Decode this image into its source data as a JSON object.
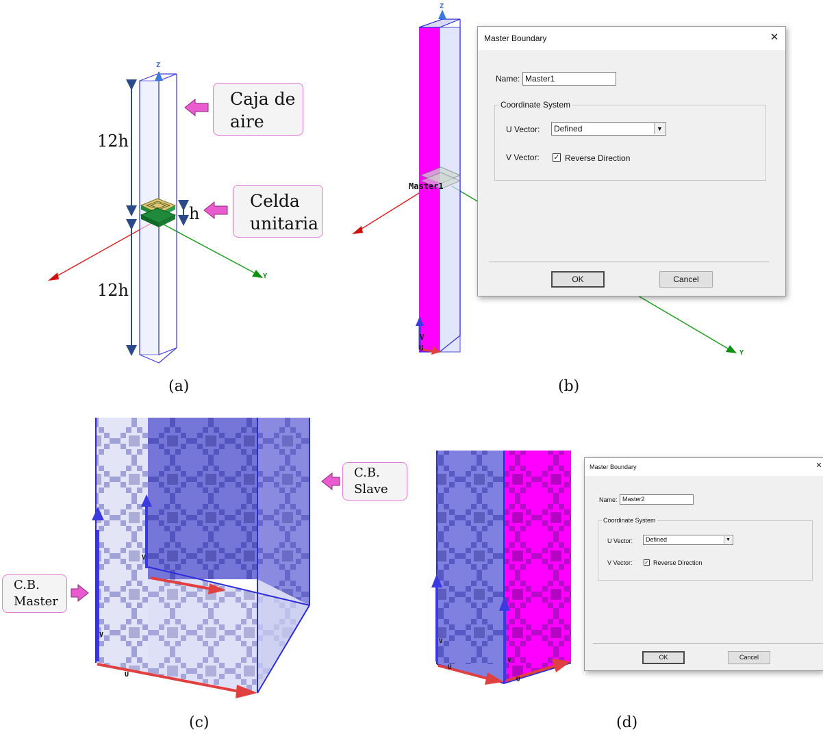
{
  "panel_a": {
    "axis_z": "Z",
    "axis_y": "Y",
    "dim_top": "12h",
    "dim_bottom": "12h",
    "dim_cell": "h",
    "callout_air": [
      "Caja de",
      "aire"
    ],
    "callout_cell": [
      "Celda",
      "unitaria"
    ],
    "caption": "(a)"
  },
  "panel_b": {
    "axis_z": "Z",
    "axis_y": "Y",
    "face_label": "Master1",
    "v_label": "V",
    "u_label": "U",
    "caption": "(b)",
    "colors": {
      "master_face": "#ff00ff",
      "box_edge": "#2b2bd9"
    }
  },
  "dialog_b": {
    "title": "Master Boundary",
    "close": "✕",
    "name_label": "Name:",
    "name_value": "Master1",
    "group_label": "Coordinate System",
    "u_label": "U  Vector:",
    "u_value": "Defined",
    "v_label": "V  Vector:",
    "v_check": "✓",
    "v_check_label": "Reverse Direction",
    "ok": "OK",
    "cancel": "Cancel"
  },
  "panel_c": {
    "callout_slave": [
      "C.B.",
      "Slave"
    ],
    "callout_master": [
      "C.B.",
      "Master"
    ],
    "v1": "V",
    "v2": "V",
    "u": "U",
    "caption": "(c)"
  },
  "panel_d": {
    "v1": "V",
    "v2": "V",
    "u1": "U",
    "u2": "U",
    "caption": "(d)"
  },
  "dialog_d": {
    "title": "Master Boundary",
    "close": "✕",
    "name_label": "Name:",
    "name_value": "Master2",
    "group_label": "Coordinate System",
    "u_label": "U  Vector:",
    "u_value": "Defined",
    "v_label": "V  Vector:",
    "v_check": "✓",
    "v_check_label": "Reverse Direction",
    "ok": "OK",
    "cancel": "Cancel"
  }
}
